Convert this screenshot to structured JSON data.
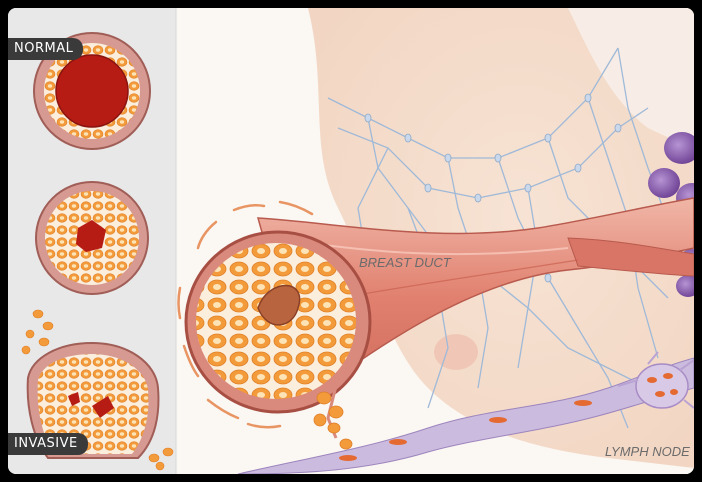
{
  "labels": {
    "normal": "NORMAL",
    "invasive": "INVASIVE",
    "breast_duct": "BREAST DUCT",
    "lymph_node": "LYMPH NODE"
  },
  "icons": {
    "normal_cross_section": "normal-duct-cross-section-icon",
    "dcis_cross_section": "in-situ-duct-cross-section-icon",
    "invasive_cross_section": "invasive-duct-cross-section-icon",
    "duct_magnified": "magnified-duct-icon",
    "lymph_node": "lymph-node-icon",
    "lymph_vessels": "lymphatic-network-icon"
  },
  "colors": {
    "skin": "#f4dccb",
    "duct_pink": "#e59586",
    "cell_orange": "#f39b3a",
    "cell_nucleus": "#fbe4b4",
    "lumen_red": "#b61b14",
    "lymph_blue": "#9fb9d8",
    "lymph_purple": "#8b5aa8",
    "vessel_lavender": "#c9b7dc"
  }
}
